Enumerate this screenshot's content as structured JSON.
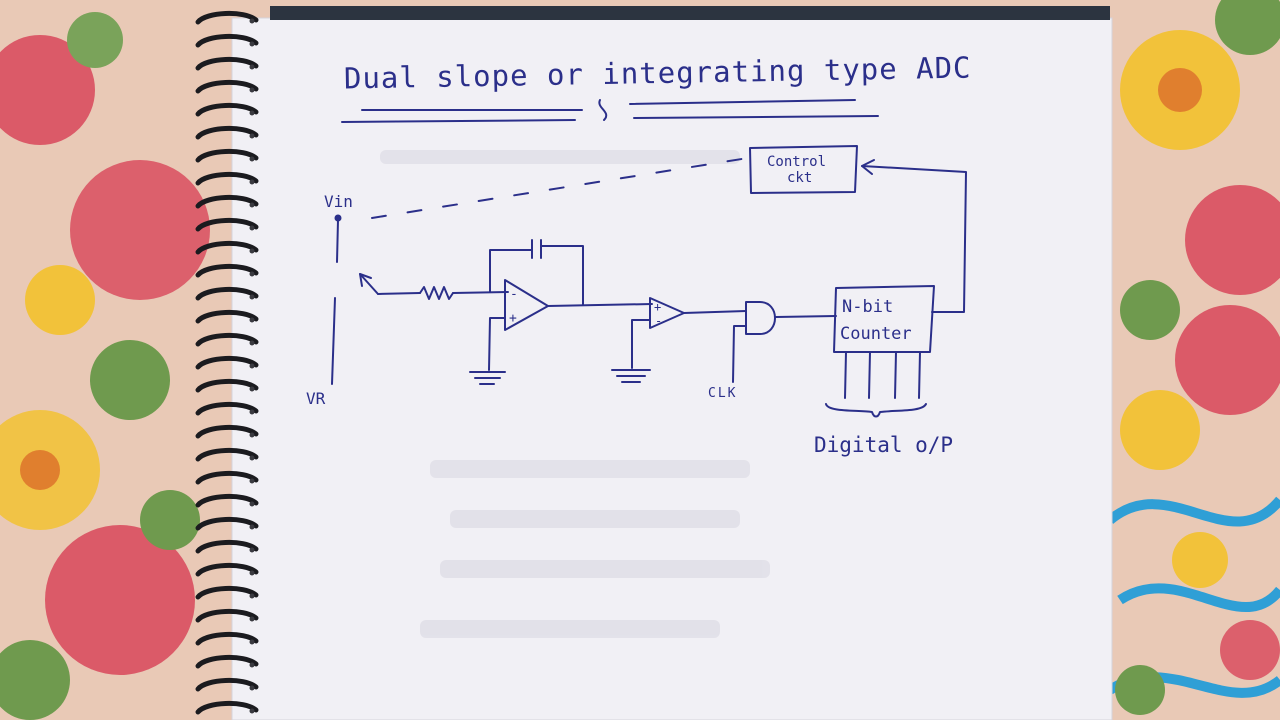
{
  "diagram": {
    "title": "Dual slope or integrating type ADC",
    "labels": {
      "vin": "Vin",
      "vr": "VR",
      "control_line1": "Control",
      "control_line2": "ckt",
      "counter_line1": "N-bit",
      "counter_line2": "Counter",
      "clk": "CLK",
      "digital_output": "Digital o/P",
      "opamp_plus": "+",
      "opamp_minus": "-"
    }
  },
  "colors": {
    "ink": "#2b2f8a",
    "paper": "#f1f0f5",
    "background": "#e9c9b6",
    "spiral": "#1b1b1f",
    "flower_red": "#d8465a",
    "flower_yellow": "#f2c23a",
    "leaf_green": "#6f9a4e",
    "pattern_blue": "#2f9fd6"
  }
}
